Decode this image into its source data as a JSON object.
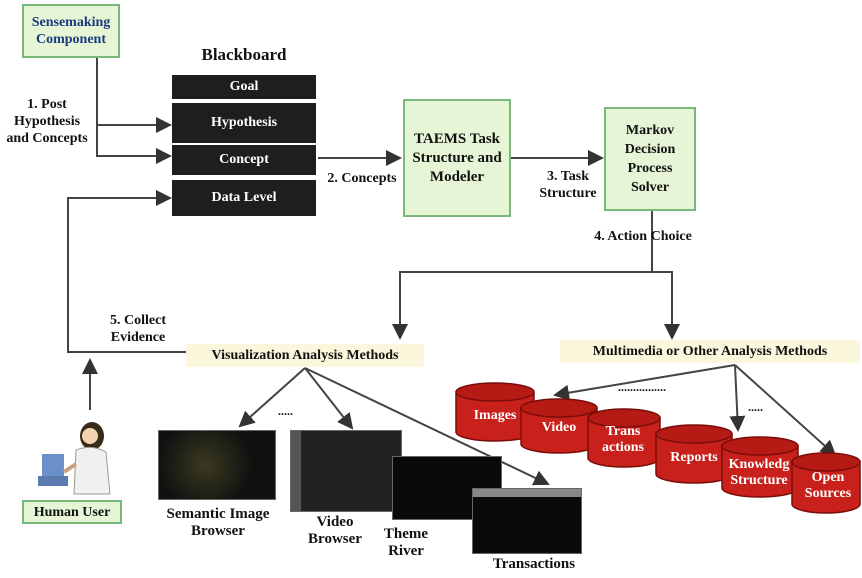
{
  "sensemaking": "Sensemaking Component",
  "blackboard": {
    "title": "Blackboard",
    "rows": [
      "Goal",
      "Hypothesis",
      "Concept",
      "Data Level"
    ]
  },
  "taems": "TAEMS Task Structure and Modeler",
  "markov": "Markov Decision Process Solver",
  "steps": {
    "post": "1. Post Hypothesis and Concepts",
    "concepts": "2. Concepts",
    "task": "3. Task Structure",
    "action": "4. Action Choice",
    "collect": "5. Collect Evidence"
  },
  "vis_methods": "Visualization Analysis Methods",
  "mm_methods": "Multimedia or Other Analysis Methods",
  "human_user": "Human User",
  "ellipsis": ".....",
  "ellipsis_long": "................",
  "sources": [
    "Images",
    "Video",
    "Trans actions",
    "Reports",
    "Knowledg Structure",
    "Open Sources"
  ],
  "tools": [
    "Semantic Image Browser",
    "Video Browser",
    "Theme River",
    "Transactions"
  ],
  "colors": {
    "box_fill": "#e6f5d5",
    "box_border": "#7ab87a",
    "blackboard": "#1e1e1e",
    "cylinder": "#c8201a",
    "label_bg": "#fbf7dc"
  }
}
